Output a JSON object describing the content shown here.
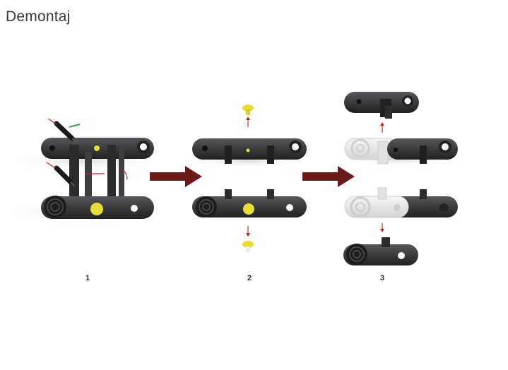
{
  "page": {
    "title": "Demontaj"
  },
  "steps": [
    {
      "label": "1"
    },
    {
      "label": "2"
    },
    {
      "label": "3"
    }
  ],
  "colors": {
    "chain_link": "#3a3b3d",
    "chain_link_dark": "#1c1d1f",
    "pin_yellow": "#e7dc3a",
    "arrow_big": "#6b1a1a",
    "guide_line": "#c0282c",
    "guide_line_green": "#3aa04a",
    "ghost_part": "#e6e6e6"
  },
  "icons": {
    "step_arrow": "arrow-right-icon",
    "screwdriver": "screwdriver-icon"
  }
}
